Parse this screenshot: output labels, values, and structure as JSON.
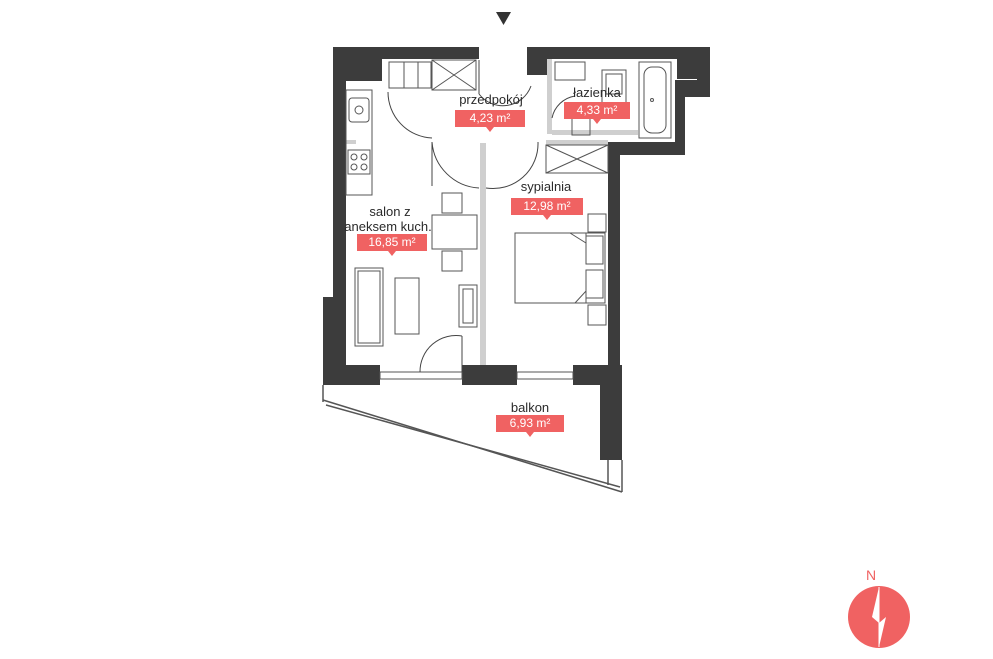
{
  "rooms": {
    "hallway": {
      "name": "przedpokój",
      "area": "4,23 m²"
    },
    "bathroom": {
      "name": "łazienka",
      "area": "4,33 m²"
    },
    "bedroom": {
      "name": "sypialnia",
      "area": "12,98 m²"
    },
    "living": {
      "name_line1": "salon z",
      "name_line2": "aneksem kuch.",
      "area": "16,85 m²"
    },
    "balcony": {
      "name": "balkon",
      "area": "6,93 m²"
    }
  },
  "compass": {
    "label": "N"
  },
  "colors": {
    "wall": "#3c3c3c",
    "accent": "#f06262",
    "fixture": "#555555"
  },
  "icons": {
    "entrance": "entrance-arrow-icon",
    "compass": "compass-icon"
  }
}
